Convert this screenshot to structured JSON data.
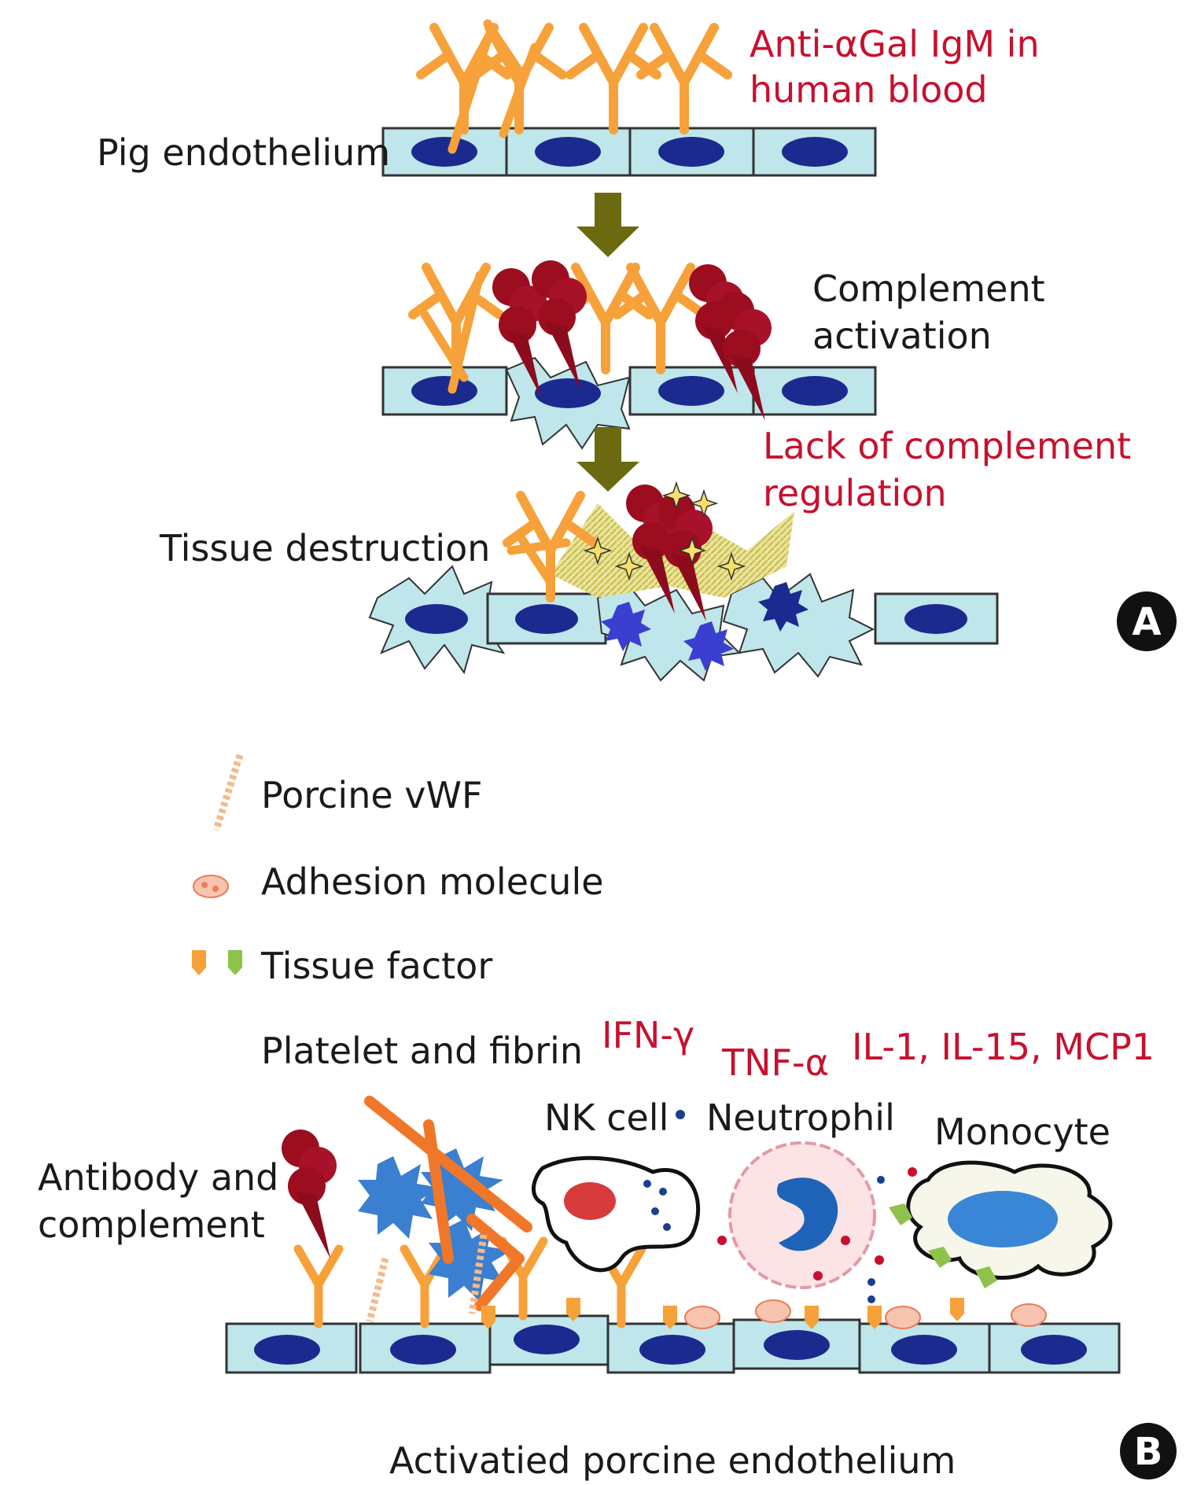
{
  "panel_a": {
    "letter": "A",
    "ig_label_line1": "Anti-αGal IgM in",
    "ig_label_line2": "human blood",
    "endothelium_label": "Pig endothelium",
    "complement_line1": "Complement",
    "complement_line2": "activation",
    "lack_line1": "Lack of complement",
    "lack_line2": "regulation",
    "tissue_label": "Tissue destruction"
  },
  "legend": {
    "vwf": "Porcine vWF",
    "adhesion": "Adhesion molecule",
    "tissue_factor": "Tissue factor",
    "platelet": "Platelet and fibrin"
  },
  "panel_b": {
    "letter": "B",
    "ifn": "IFN-γ",
    "tnf": "TNF-α",
    "il": "IL-1, IL-15, MCP1",
    "nk": "NK cell",
    "neutrophil": "Neutrophil",
    "monocyte": "Monocyte",
    "antibody_line1": "Antibody and",
    "antibody_line2": "complement",
    "bottom": "Activatied porcine endothelium"
  },
  "colors": {
    "cell_fill": "#bfe6ea",
    "nucleus": "#1b2a8f",
    "antibody": "#f7a13a",
    "complement": "#9b0d1f",
    "arrow": "#6b6a10",
    "red_text": "#c8102e"
  }
}
